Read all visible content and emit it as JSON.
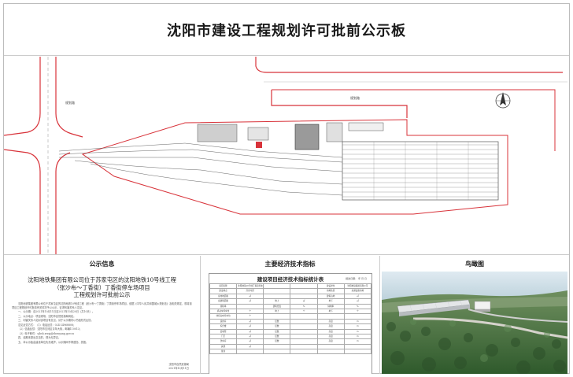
{
  "board": {
    "title": "沈阳市建设工程规划许可批前公示板"
  },
  "plan": {
    "road_label_1": "规划路",
    "road_label_2": "规划路"
  },
  "notice": {
    "heading": "公示信息",
    "title_line_1": "沈阳地铁集团有限公司位于苏家屯区的沈阳地铁10号线工程",
    "title_line_2": "（张沙布～丁香街）丁香街停车场项目",
    "title_line_3": "工程规划许可批前公示",
    "body": [
      "沈阳地铁集团有限公司位于苏家屯区的沈阳地铁10号线工程（张沙布～丁香街）丁香街停车场项目，依据《中华人民共和国城乡规划法》及相关规定，现将该项目工程规划许可批前有关情况予以公示，征求利害关系人意见。",
      "一、公示期：自2021年10月11日至2021年10月20日（共10天）。",
      "二、公示地点：项目现场、沈阳市自然资源局网站。",
      "三、利害关系人如对该项目有意见，请于公示期内以书面形式反馈。",
      "意见反馈方式：（1）电话反馈：024-24968808；",
      "（2）信函反馈：沈阳市沈河区青年大街，邮编110013；",
      "（3）电子邮件：sjbsh.zrzyj@shenyang.gov.cn",
      "四、逾期未提出意见的，视为无异议。",
      "五、本公示板由建设单位负责维护，公示期间不得遮挡、损毁。"
    ],
    "signature": "沈阳市自然资源局",
    "signature_date": "2021年10月11日"
  },
  "stats": {
    "heading": "主要经济技术指标",
    "sheet_title": "建设项目经济技术指标统计表",
    "sheet_date": "报送日期：    年    月    日",
    "rows": [
      [
        "项目名称",
        "沈阳地铁10号线丁香街停车场",
        "",
        "",
        "建设单位",
        "沈阳地铁集团有限公司"
      ],
      [
        "建设地点",
        "苏家屯区",
        "",
        "",
        "用地性质",
        "交通设施用地"
      ],
      [
        "总用地面积",
        "㎡",
        "",
        "",
        "建筑占地",
        "㎡"
      ],
      [
        "总建筑面积",
        "㎡",
        "地上",
        "㎡",
        "地下",
        "㎡"
      ],
      [
        "容积率",
        "",
        "建筑密度",
        "%",
        "绿地率",
        "%"
      ],
      [
        "机动车停车位",
        "个",
        "地上",
        "个",
        "地下",
        "个"
      ],
      [
        "非机动车停车位",
        "个",
        "",
        "",
        "",
        ""
      ],
      [
        "运用库",
        "㎡",
        "层数",
        "",
        "高度",
        "m"
      ],
      [
        "综合楼",
        "㎡",
        "层数",
        "",
        "高度",
        "m"
      ],
      [
        "变电所",
        "㎡",
        "层数",
        "",
        "高度",
        "m"
      ],
      [
        "门卫",
        "㎡",
        "层数",
        "",
        "高度",
        "m"
      ],
      [
        "洗车库",
        "㎡",
        "层数",
        "",
        "高度",
        "m"
      ],
      [
        "其他",
        "㎡",
        "",
        "",
        "",
        ""
      ],
      [
        "备注",
        "",
        "",
        "",
        "",
        ""
      ]
    ]
  },
  "aerial": {
    "heading": "鸟瞰图"
  },
  "colors": {
    "red_line": "#d8333a",
    "track_line": "#555555",
    "building": "#9a9a9a",
    "sky": "#cfe0ea",
    "forest": "#3d6a3a"
  }
}
